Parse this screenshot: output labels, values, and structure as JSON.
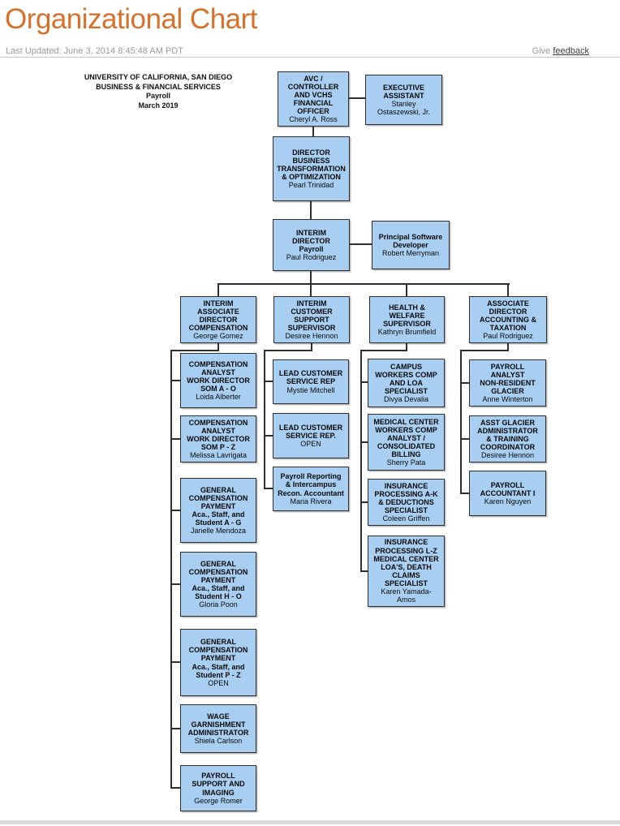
{
  "header": {
    "title": "Organizational Chart",
    "last_updated": "Last Updated: June 3, 2014 8:45:48 AM PDT",
    "feedback_prefix": "Give ",
    "feedback_link_label": "feedback"
  },
  "org_info": {
    "text": "UNIVERSITY OF CALIFORNIA, SAN DIEGO\nBUSINESS & FINANCIAL SERVICES\nPayroll\nMarch 2019"
  },
  "colors": {
    "title_orange": "#D9702A",
    "box_fill": "#A8CEF1",
    "box_border": "#2f2f2f",
    "connector": "#2f2f2f"
  },
  "chart": {
    "top": {
      "avc": {
        "title": "AVC /\nCONTROLLER\nAND VCHS\nFINANCIAL\nOFFICER",
        "name": "Cheryl A. Ross"
      },
      "exec_assistant": {
        "title": "EXECUTIVE\nASSISTANT",
        "name": "Stanley\nOstaszewski, Jr."
      },
      "director": {
        "title": "DIRECTOR\nBUSINESS\nTRANSFORMATION\n& OPTIMIZATION",
        "name": "Pearl Trinidad"
      },
      "interim_director": {
        "title": "INTERIM\nDIRECTOR\nPayroll",
        "name": "Paul Rodriguez"
      },
      "software_developer": {
        "title": "Principal Software\nDeveloper",
        "name": "Robert Merryman"
      }
    },
    "columns": [
      {
        "head": {
          "title": "INTERIM\nASSOCIATE\nDIRECTOR\nCOMPENSATION",
          "name": "George Gomez"
        },
        "children": [
          {
            "title": "COMPENSATION\nANALYST\nWORK DIRECTOR\nSOM  A - O",
            "name": "Loida Alberter"
          },
          {
            "title": "COMPENSATION\nANALYST\nWORK DIRECTOR\nSOM  P - Z",
            "name": "Melissa Lavrigata"
          },
          {
            "title": "GENERAL\nCOMPENSATION\nPAYMENT\nAca., Staff, and\nStudent  A - G",
            "name": "Janelle Mendoza"
          },
          {
            "title": "GENERAL\nCOMPENSATION\nPAYMENT\nAca., Staff, and\nStudent  H - O",
            "name": "Gloria Poon"
          },
          {
            "title": "GENERAL\nCOMPENSATION\nPAYMENT\nAca., Staff, and\nStudent  P - Z",
            "name": "OPEN"
          },
          {
            "title": "WAGE\nGARNISHMENT\nADMINISTRATOR",
            "name": "Shiela Carlson"
          },
          {
            "title": "PAYROLL\nSUPPORT AND\nIMAGING",
            "name": "George Romer"
          }
        ]
      },
      {
        "head": {
          "title": "INTERIM\nCUSTOMER\nSUPPORT\nSUPERVISOR",
          "name": "Desiree Hennon"
        },
        "children": [
          {
            "title": "LEAD CUSTOMER\nSERVICE REP",
            "name": "Mystie Mitchell"
          },
          {
            "title": "LEAD CUSTOMER\nSERVICE REP.",
            "name": "OPEN"
          },
          {
            "title": "Payroll Reporting\n& Intercampus\nRecon. Accountant",
            "name": "Maria Rivera"
          }
        ]
      },
      {
        "head": {
          "title": "HEALTH &\nWELFARE\nSUPERVISOR",
          "name": "Kathryn Brumfield"
        },
        "children": [
          {
            "title": "CAMPUS\nWORKERS COMP\nAND LOA\nSPECIALIST",
            "name": "Divya Devalia"
          },
          {
            "title": "MEDICAL CENTER\nWORKERS COMP\nANALYST /\nCONSOLIDATED\nBILLING",
            "name": "Sherry Pata"
          },
          {
            "title": "INSURANCE\nPROCESSING A-K\n& DEDUCTIONS\nSPECIALIST",
            "name": "Coleen Griffen"
          },
          {
            "title": "INSURANCE\nPROCESSING L-Z\nMEDICAL CENTER\nLOA'S, DEATH\nCLAIMS\nSPECIALIST",
            "name": "Karen Yamada-\nAmos"
          }
        ]
      },
      {
        "head": {
          "title": "ASSOCIATE\nDIRECTOR\nACCOUNTING &\nTAXATION",
          "name": "Paul Rodriguez"
        },
        "children": [
          {
            "title": "PAYROLL\nANALYST\nNON-RESIDENT\nGLACIER",
            "name": "Anne Winterton"
          },
          {
            "title": "ASST GLACIER\nADMINISTRATOR\n& TRAINING\nCOORDINATOR",
            "name": "Desiree Hennon"
          },
          {
            "title": "PAYROLL\nACCOUNTANT I",
            "name": "Karen Nguyen"
          }
        ]
      }
    ]
  }
}
